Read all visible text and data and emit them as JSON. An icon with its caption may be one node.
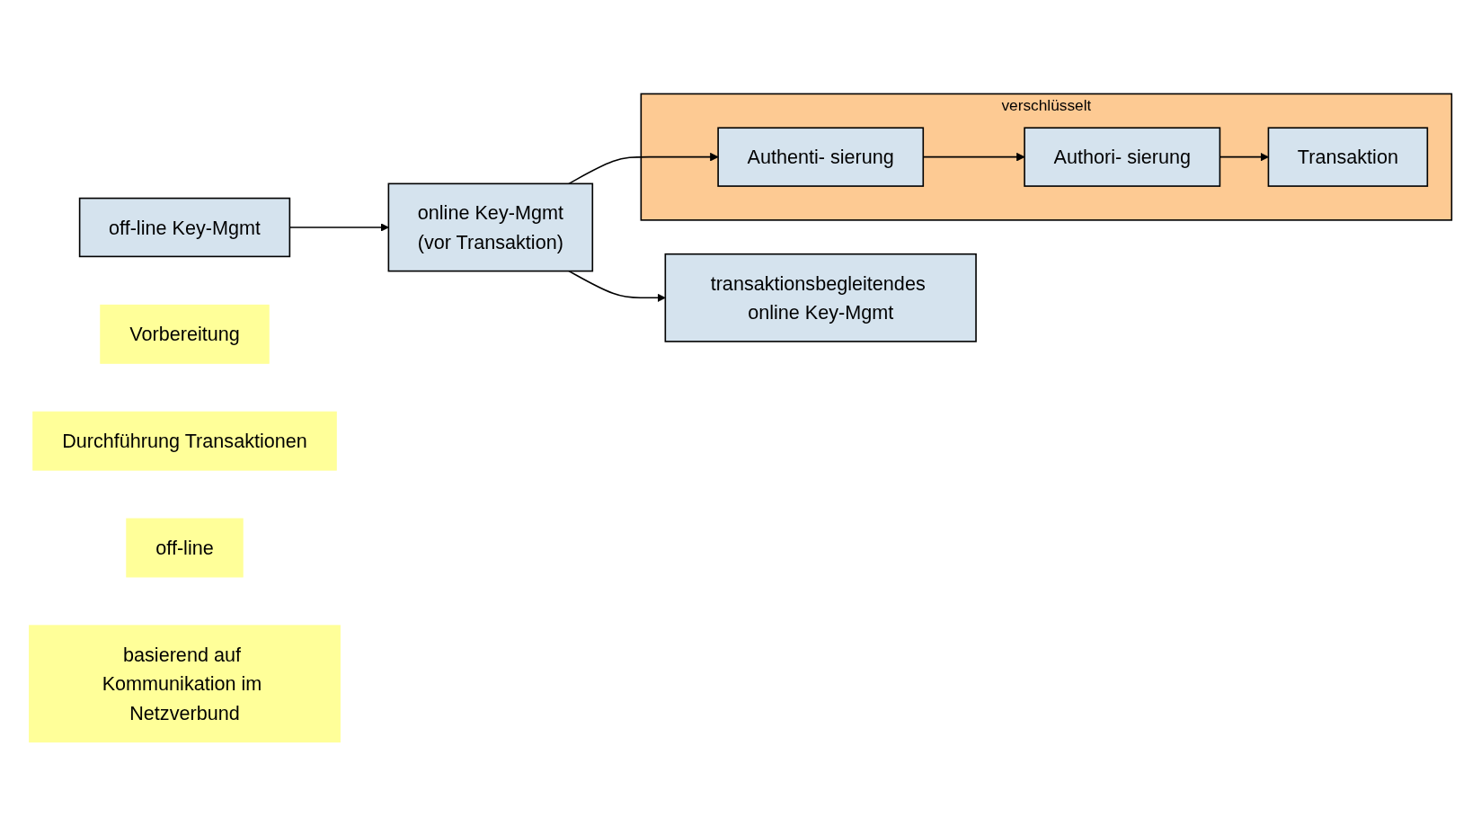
{
  "diagram": {
    "nodes": [
      {
        "text": [
          "off-line Key-Mgmt"
        ]
      },
      {
        "text": [
          "online Key-Mgmt",
          "(vor Transaktion)"
        ]
      },
      {
        "text": [
          "transaktionsbegleitendes online Key-Mgmt"
        ]
      },
      {
        "text": [
          "verschlüsselt"
        ]
      },
      {
        "text": [
          "Authenti- sierung"
        ],
        "in": 3
      },
      {
        "text": [
          "Authori- sierung"
        ],
        "in": 3
      },
      {
        "text": [
          "Transaktion"
        ],
        "in": 3
      },
      {
        "text": [
          "Vorbereitung"
        ]
      },
      {
        "text": [
          "Durchführung Transaktionen"
        ]
      },
      {
        "text": [
          "off-line"
        ]
      },
      {
        "text": [
          "basierend auf Kommunikation im Netzverbund"
        ]
      }
    ],
    "edges": [
      {
        "from": 0,
        "to": 1,
        "arrow": "to"
      },
      {
        "from": 1,
        "to": 2,
        "arrow": "to"
      },
      {
        "from": 1,
        "to": 4,
        "arrow": "to"
      },
      {
        "from": 4,
        "to": 5,
        "arrow": "to"
      },
      {
        "from": 5,
        "to": 6,
        "arrow": "to"
      }
    ]
  }
}
